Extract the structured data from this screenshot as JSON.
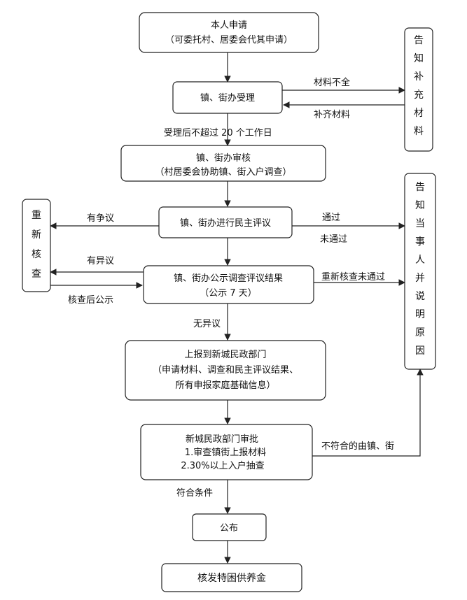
{
  "nodes": {
    "apply": {
      "l1": "本人申请",
      "l2": "（可委托村、居委会代其申请）"
    },
    "accept": {
      "l1": "镇、街办受理"
    },
    "notice_supplement": {
      "chars": [
        "告",
        "知",
        "补",
        "充",
        "材",
        "料"
      ]
    },
    "review": {
      "l1": "镇、街办审核",
      "l2": "（村居委会协助镇、街入户调查）"
    },
    "recheck": {
      "chars": [
        "重",
        "新",
        "核",
        "查"
      ]
    },
    "democratic": {
      "l1": "镇、街办进行民主评议"
    },
    "notify_party": {
      "chars": [
        "告",
        "知",
        "当",
        "事",
        "人",
        "并",
        "说",
        "明",
        "原",
        "因"
      ]
    },
    "publicity": {
      "l1": "镇、街办公示调查评议结果",
      "l2": "（公示 7 天）"
    },
    "report": {
      "l1": "上报到新城民政部门",
      "l2": "（申请材料、调查和民主评议结果、",
      "l3": "所有申报家庭基础信息）"
    },
    "approve": {
      "l1": "新城民政部门审批",
      "l2": "1.审查镇街上报材料",
      "l3": "2.30%以上入户抽查"
    },
    "announce": {
      "l1": "公布"
    },
    "issue": {
      "l1": "核发特困供养金"
    }
  },
  "edge_labels": {
    "incomplete": "材料不全",
    "supplemented": "补齐材料",
    "within_days": "受理后不超过 20 个工作日",
    "disputed": "有争议",
    "passed": "通过",
    "not_passed": "未通过",
    "objection": "有异议",
    "publicize_after_check": "核查后公示",
    "recheck_failed": "重新核查未通过",
    "no_objection": "无异议",
    "not_qualified": "不符合的由镇、街",
    "qualified": "符合条件"
  }
}
